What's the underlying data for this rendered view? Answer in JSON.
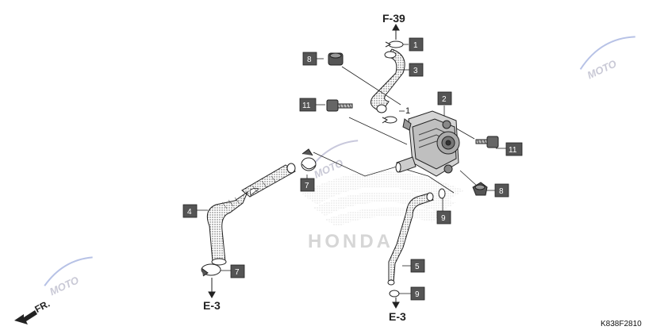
{
  "references": {
    "top": "F-39",
    "bottom_left": "E-3",
    "bottom_right": "E-3"
  },
  "callouts": [
    "1",
    "2",
    "3",
    "4",
    "5",
    "7",
    "8",
    "9",
    "11"
  ],
  "loose_label": "1",
  "front_marker": "FR.",
  "diagram_code": "K838F2810",
  "watermark": "MOTO",
  "brand_watermark": "HONDA",
  "colors": {
    "badge": "#555555",
    "line": "#222222",
    "accent_red": "#d23c3c",
    "accent_blue": "#3a56b0"
  }
}
